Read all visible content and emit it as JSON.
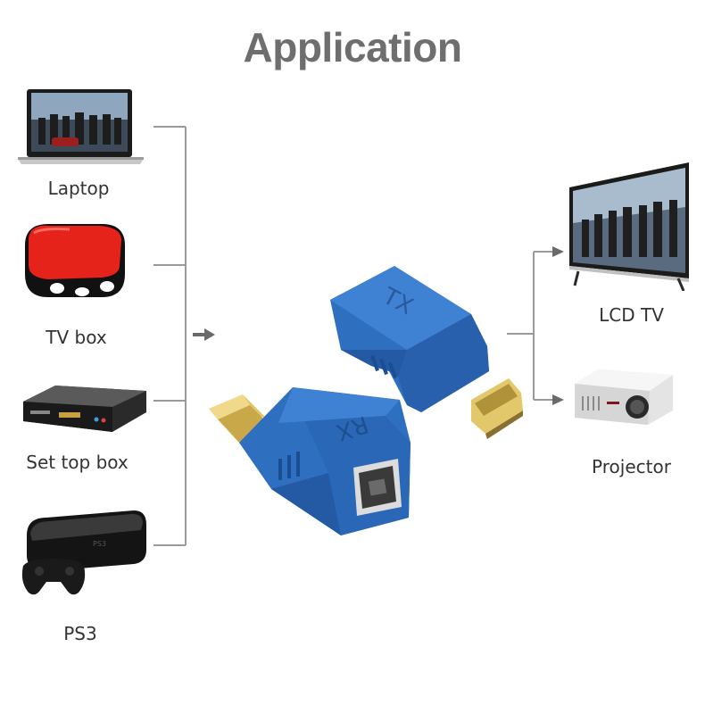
{
  "title": "Application",
  "sources": [
    {
      "label": "Laptop",
      "icon": "laptop-icon"
    },
    {
      "label": "TV box",
      "icon": "tv-box-icon"
    },
    {
      "label": "Set top box",
      "icon": "set-top-box-icon"
    },
    {
      "label": "PS3",
      "icon": "ps3-console-icon"
    }
  ],
  "center": {
    "tx_label": "TX",
    "rx_label": "RX",
    "device_color": "#2f6fc0"
  },
  "outputs": [
    {
      "label": "LCD TV",
      "icon": "lcd-tv-icon"
    },
    {
      "label": "Projector",
      "icon": "projector-icon"
    }
  ],
  "colors": {
    "title": "#6e6e6e",
    "connector": "#9a9a9a",
    "arrow": "#6a6a6a"
  }
}
